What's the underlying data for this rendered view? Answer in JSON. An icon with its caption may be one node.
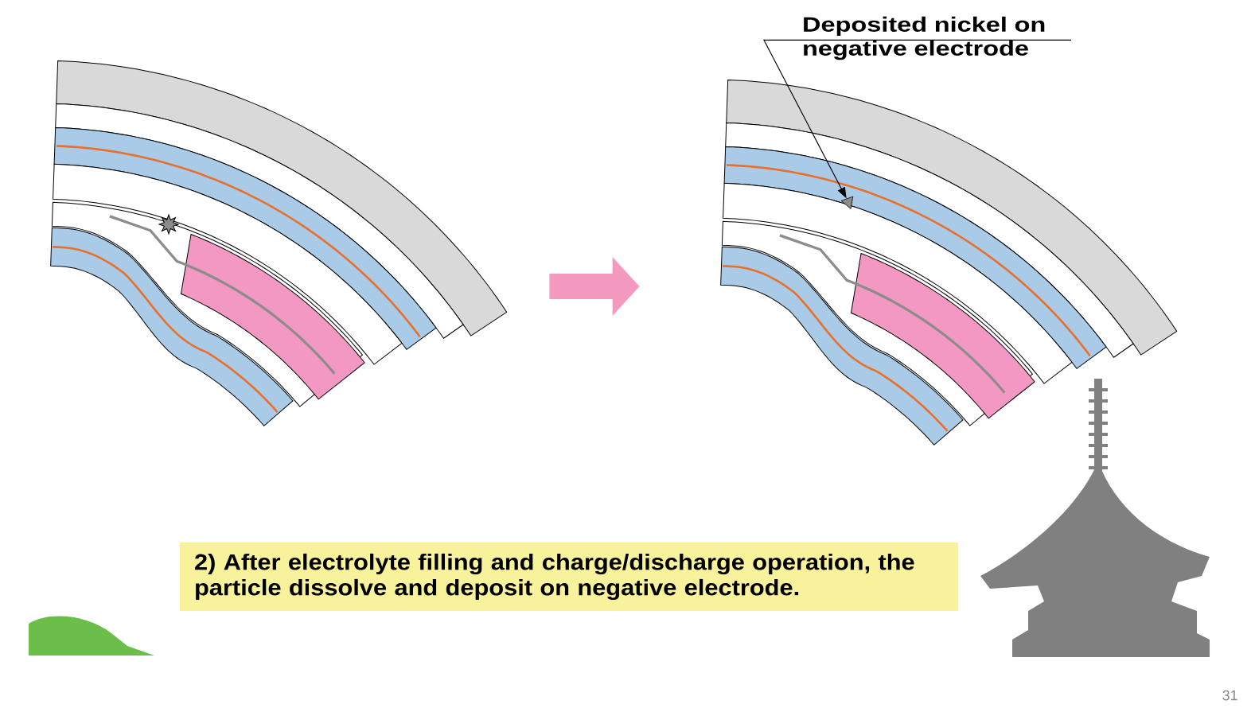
{
  "diagram": {
    "nodes": [
      {
        "text": [],
        "shape": "picture"
      },
      {
        "text": [],
        "shape": "picture"
      },
      {
        "text": [
          "Deposited nickel on negative electrode"
        ]
      },
      {
        "text": [],
        "shape": "triangle",
        "in": 1
      },
      {
        "text": [
          "2) After electrolyte filling and charge/discharge operation, the particle dissolve and deposit on negative electrode."
        ]
      }
    ],
    "edges": [
      {
        "from": 0,
        "to": 1,
        "arrow": "to",
        "style": "thick",
        "color": "#f49ac1"
      },
      {
        "from": 2,
        "to": 3,
        "arrow": "to",
        "color": "#000000"
      }
    ],
    "labels": [
      "31"
    ]
  }
}
